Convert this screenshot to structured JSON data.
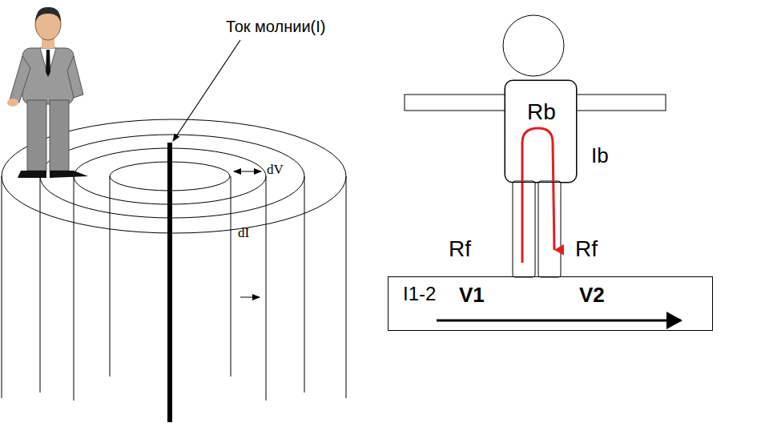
{
  "diagram": {
    "nodes": [
      {
        "text": [
          "Rb"
        ]
      },
      {
        "text": [
          "I1-2",
          "V1",
          "V2"
        ]
      }
    ],
    "labels": [
      "Ток молнии(I)",
      "dV",
      "dI",
      "Rf",
      "Rf",
      "Ib"
    ]
  }
}
